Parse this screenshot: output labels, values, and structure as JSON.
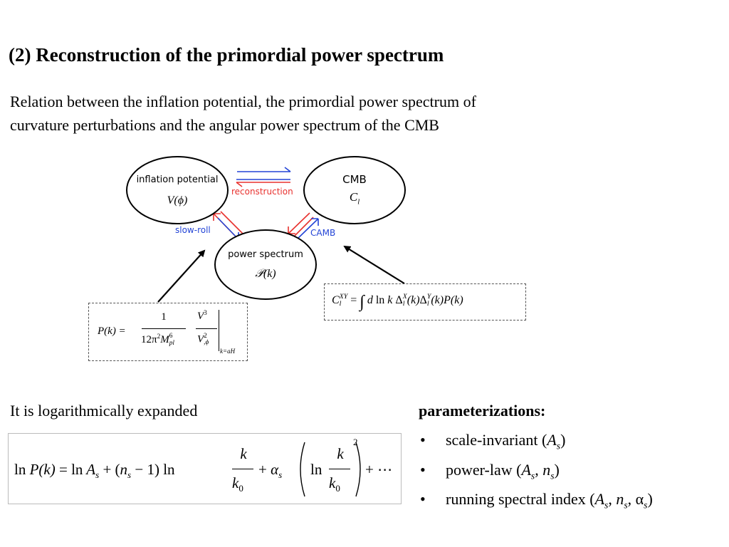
{
  "title": "(2) Reconstruction of the primordial power spectrum",
  "description": {
    "line1": "Relation between the inflation potential,  the primordial power spectrum of",
    "line2": "curvature perturbations and the angular power spectrum of the CMB"
  },
  "diagram": {
    "node_inflation_label": "inflation  potential",
    "node_inflation_symbol": "V(ϕ)",
    "node_cmb_label": "CMB",
    "node_cmb_symbol": "C",
    "node_cmb_symbol_sub": "l",
    "node_power_label": "power spectrum",
    "node_power_symbol": "𝒫(k)",
    "arrow_reconstruction": "reconstruction",
    "arrow_slow_roll": "slow-roll",
    "arrow_camb": "CAMB",
    "colors": {
      "red": "#e8312e",
      "blue": "#2344d6"
    }
  },
  "formula_pk": {
    "lhs": "P(k) =",
    "num": "1",
    "den": "12π",
    "den_sup": "2",
    "den_m": "M",
    "den_m_sup": "6",
    "den_m_sub": "pl",
    "v_num": "V",
    "v_num_sup": "3",
    "v_den": "V",
    "v_den_sup": "2",
    "v_den_sub": ",ϕ",
    "eval_at": "k=aH"
  },
  "formula_cl": {
    "c": "C",
    "c_sup": "XY",
    "c_sub": "l",
    "rhs_eq": "=",
    "integral": "∫",
    "d": "d",
    "ln": "ln",
    "k1": "k",
    "delta1": "Δ",
    "delta1_sup": "X",
    "delta1_sub": "l",
    "arg1": "(k)",
    "delta2": "Δ",
    "delta2_sup": "Y",
    "delta2_sub": "l",
    "arg2": "(k)",
    "pk": "P(k)"
  },
  "expansion": {
    "heading": "It is logarithmically expanded",
    "ln1": "ln",
    "pk": "P(k)",
    "eq": "=",
    "ln2": "ln",
    "a": "A",
    "a_sub": "s",
    "plus1": "+",
    "n_open": "(",
    "n": "n",
    "n_sub": "s",
    "minus": "− 1)",
    "ln3": "ln",
    "frac_num": "k",
    "frac_den": "k",
    "frac_den_sub": "0",
    "plus2": "+",
    "alpha": "α",
    "alpha_sub": "s",
    "ln4": "ln",
    "frac2_num": "k",
    "frac2_den": "k",
    "frac2_den_sub": "0",
    "power": "2",
    "tail": "+ ⋯"
  },
  "parameterizations": {
    "heading": "parameterizations:",
    "bullet": "•",
    "items": [
      {
        "text": "scale-invariant (",
        "params": "A",
        "params_sub": "s",
        "close": ")"
      },
      {
        "text": "power-law (",
        "params": "A",
        "params_sub": "s",
        "sep": ", ",
        "p2": "n",
        "p2_sub": "s",
        "close": ")"
      },
      {
        "text": "running spectral index (",
        "params": "A",
        "params_sub": "s",
        "sep": ", ",
        "p2": "n",
        "p2_sub": "s",
        "sep2": ", ",
        "p3": "α",
        "p3_sub": "s",
        "close": ")"
      }
    ]
  }
}
